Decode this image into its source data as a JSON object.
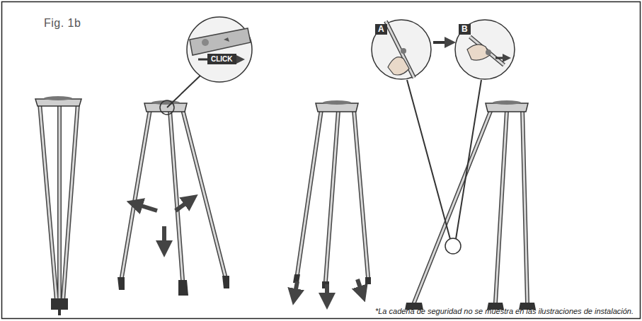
{
  "diagram": {
    "title": "Fig. 1b",
    "caption": "*La cadena de seguridad no se muestra en las ilustraciones de instalación.",
    "labels": [
      "CLICK",
      "A",
      "B"
    ]
  }
}
